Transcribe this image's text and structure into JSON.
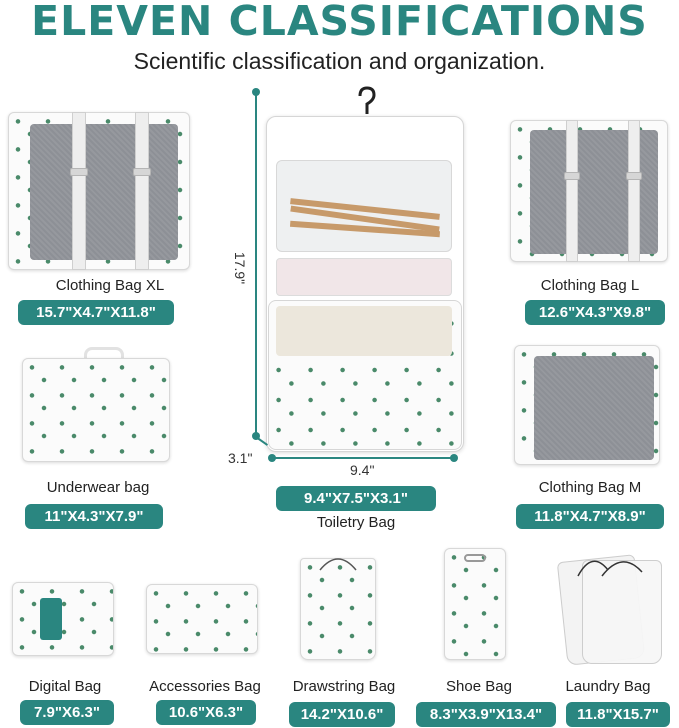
{
  "header": {
    "title": "ELEVEN CLASSIFICATIONS",
    "subtitle": "Scientific classification and organization."
  },
  "colors": {
    "accent": "#2a8680",
    "mesh": "#8d9096",
    "cactus": "#4a8a6a"
  },
  "items": {
    "clothing_xl": {
      "name": "Clothing Bag XL",
      "size": "15.7\"X4.7\"X11.8\""
    },
    "clothing_l": {
      "name": "Clothing Bag L",
      "size": "12.6\"X4.3\"X9.8\""
    },
    "underwear": {
      "name": "Underwear bag",
      "size": "11\"X4.3\"X7.9\""
    },
    "clothing_m": {
      "name": "Clothing Bag M",
      "size": "11.8\"X4.7\"X8.9\""
    },
    "toiletry": {
      "name": "Toiletry Bag",
      "size": "9.4\"X7.5\"X3.1\"",
      "height": "17.9\"",
      "width": "9.4\"",
      "depth": "3.1\""
    },
    "digital": {
      "name": "Digital Bag",
      "size": "7.9\"X6.3\""
    },
    "accessories": {
      "name": "Accessories Bag",
      "size": "10.6\"X6.3\""
    },
    "drawstring": {
      "name": "Drawstring Bag",
      "size": "14.2\"X10.6\""
    },
    "shoe": {
      "name": "Shoe Bag",
      "size": "8.3\"X3.9\"X13.4\""
    },
    "laundry": {
      "name": "Laundry Bag",
      "size": "11.8\"X15.7\""
    }
  }
}
